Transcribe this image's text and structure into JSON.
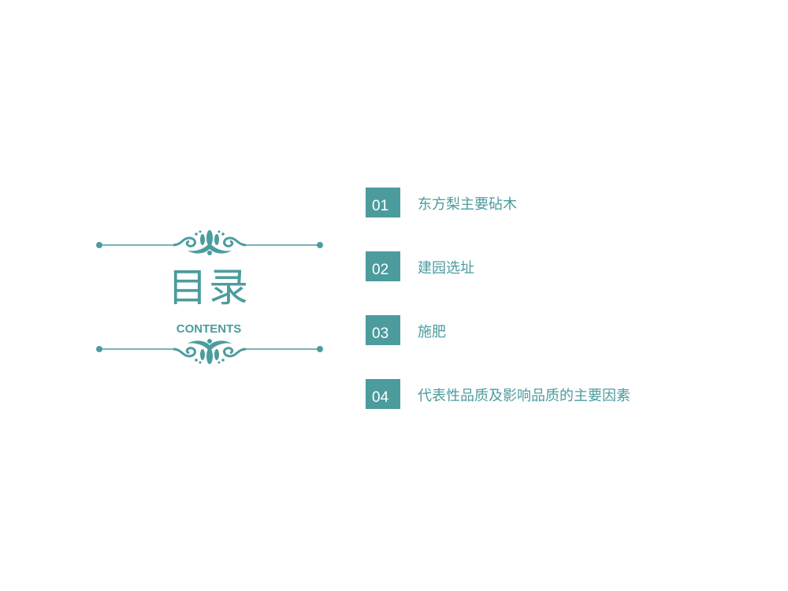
{
  "heading": {
    "title": "目录",
    "subtitle": "CONTENTS"
  },
  "toc": [
    {
      "number": "01",
      "label": "东方梨主要砧木"
    },
    {
      "number": "02",
      "label": "建园选址"
    },
    {
      "number": "03",
      "label": "施肥"
    },
    {
      "number": "04",
      "label": "代表性品质及影响品质的主要因素"
    }
  ],
  "colors": {
    "accent": "#4c9c9e",
    "background": "#ffffff"
  }
}
